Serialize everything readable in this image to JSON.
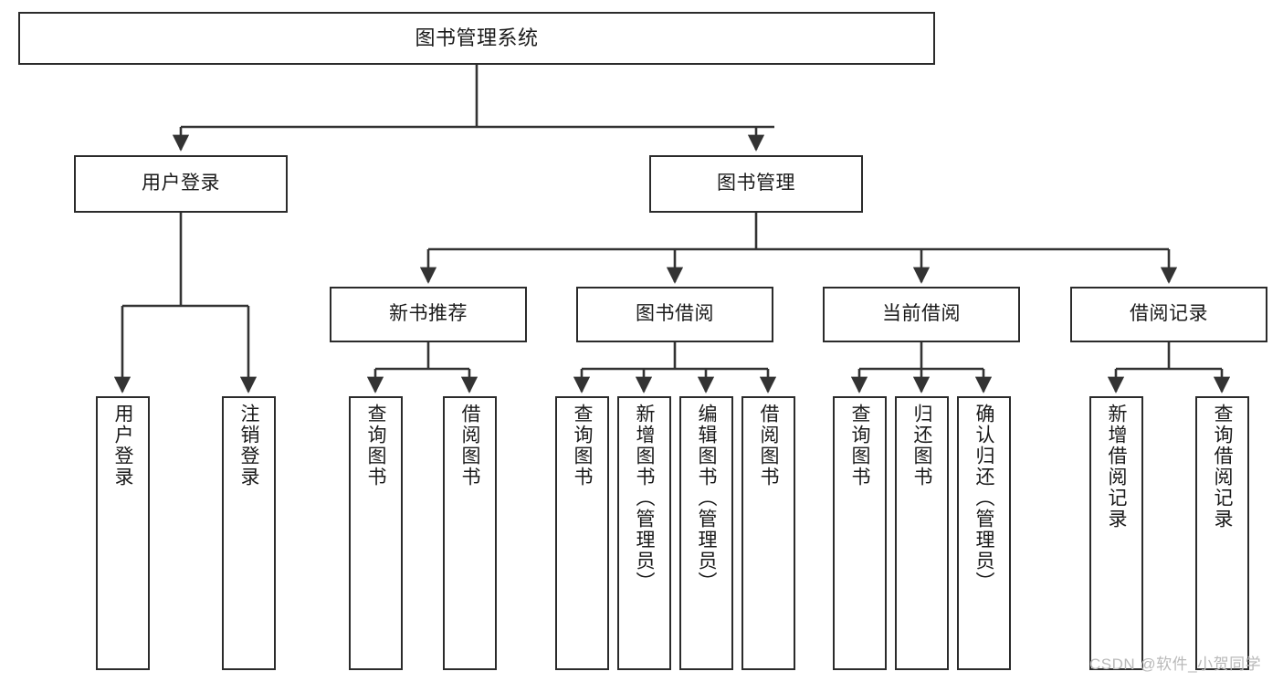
{
  "diagram": {
    "title": "图书管理系统",
    "type": "hierarchy-tree",
    "watermark": "CSDN @软件_小贺同学",
    "colors": {
      "box_border": "#2b2b2b",
      "box_fill": "#ffffff",
      "connector": "#333333",
      "text": "#1a1a1a",
      "watermark": "#b9b9b9"
    },
    "nodes": {
      "root": {
        "label": "图书管理系统"
      },
      "level2": [
        {
          "label": "用户登录"
        },
        {
          "label": "图书管理"
        }
      ],
      "level3": [
        {
          "label": "新书推荐"
        },
        {
          "label": "图书借阅"
        },
        {
          "label": "当前借阅"
        },
        {
          "label": "借阅记录"
        }
      ],
      "leaves": {
        "user_login": [
          {
            "label": "用户登录"
          },
          {
            "label": "注销登录"
          }
        ],
        "new_book_recommend": [
          {
            "label": "查询图书"
          },
          {
            "label": "借阅图书"
          }
        ],
        "book_borrow": [
          {
            "label": "查询图书"
          },
          {
            "label": "新增图书（管理员）"
          },
          {
            "label": "编辑图书（管理员）"
          },
          {
            "label": "借阅图书"
          }
        ],
        "current_borrow": [
          {
            "label": "查询图书"
          },
          {
            "label": "归还图书"
          },
          {
            "label": "确认归还（管理员）"
          }
        ],
        "borrow_record": [
          {
            "label": "新增借阅记录"
          },
          {
            "label": "查询借阅记录"
          }
        ]
      }
    }
  }
}
